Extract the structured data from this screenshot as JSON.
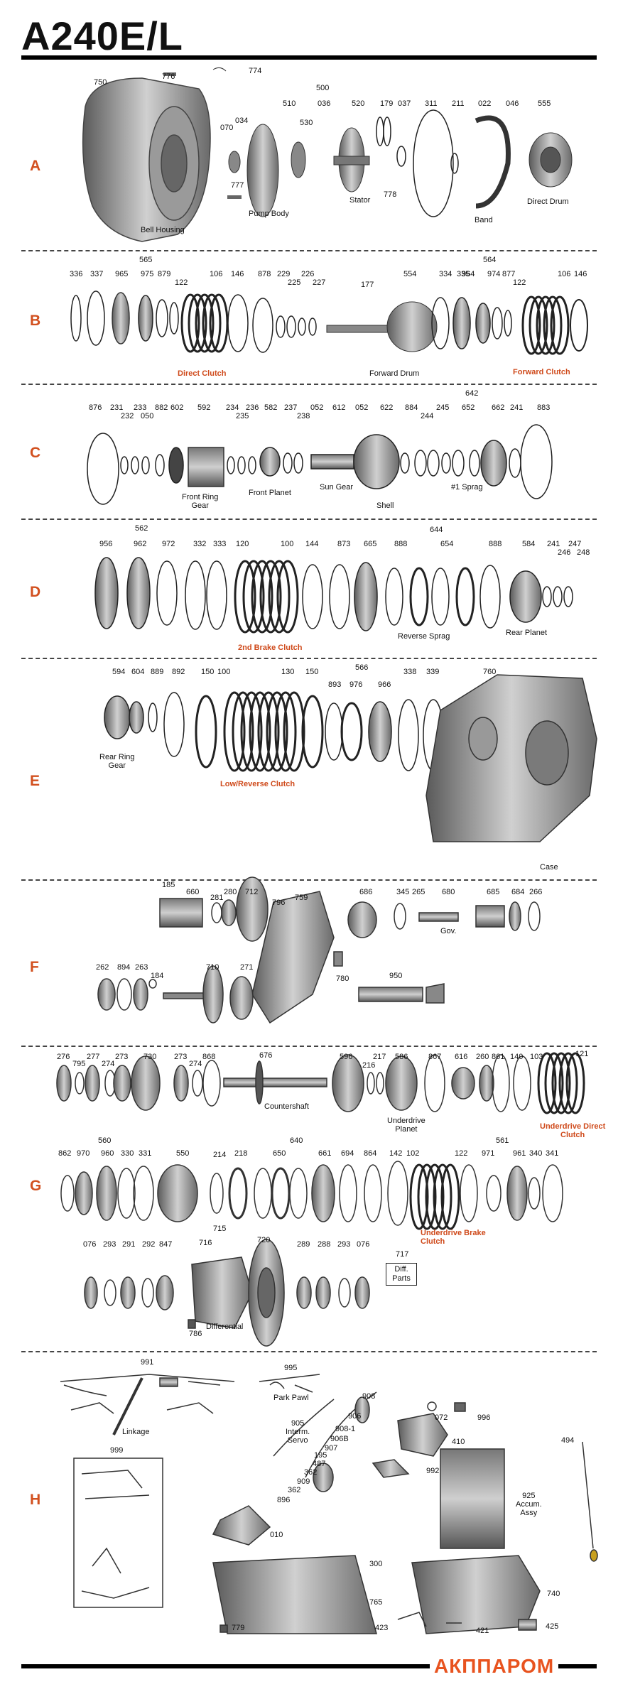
{
  "title": "A240E/L",
  "logo": "АКППАРОМ",
  "sections": [
    {
      "key": "A",
      "letter": "A"
    },
    {
      "key": "B",
      "letter": "B"
    },
    {
      "key": "C",
      "letter": "C"
    },
    {
      "key": "D",
      "letter": "D"
    },
    {
      "key": "E",
      "letter": "E"
    },
    {
      "key": "F",
      "letter": "F"
    },
    {
      "key": "G",
      "letter": "G"
    },
    {
      "key": "H",
      "letter": "H"
    }
  ],
  "labels": {
    "a_750": "750",
    "a_776": "776",
    "a_774": "774",
    "a_500": "500",
    "a_510": "510",
    "a_036": "036",
    "a_520": "520",
    "a_179": "179",
    "a_037": "037",
    "a_311": "311",
    "a_211": "211",
    "a_022": "022",
    "a_046": "046",
    "a_555": "555",
    "a_070": "070",
    "a_034": "034",
    "a_530": "530",
    "a_777": "777",
    "a_778": "778",
    "a_bell": "Bell Housing",
    "a_pump": "Pump Body",
    "a_stator": "Stator",
    "a_band": "Band",
    "a_ddrum": "Direct Drum",
    "b_565": "565",
    "b_336": "336",
    "b_337": "337",
    "b_965": "965",
    "b_975": "975",
    "b_879": "879",
    "b_122": "122",
    "b_106": "106",
    "b_146": "146",
    "b_878": "878",
    "b_229": "229",
    "b_225": "225",
    "b_226": "226",
    "b_227": "227",
    "b_177": "177",
    "b_554": "554",
    "b_334": "334",
    "b_335": "335",
    "b_564": "564",
    "b_964": "964",
    "b_974": "974",
    "b_877": "877",
    "b_122b": "122",
    "b_106b": "106",
    "b_146b": "146",
    "b_dclutch": "Direct Clutch",
    "b_fdrum": "Forward Drum",
    "b_fclutch": "Forward Clutch",
    "c_876": "876",
    "c_231": "231",
    "c_232": "232",
    "c_233": "233",
    "c_050": "050",
    "c_882": "882",
    "c_602": "602",
    "c_592": "592",
    "c_234": "234",
    "c_235": "235",
    "c_236": "236",
    "c_582": "582",
    "c_237": "237",
    "c_238": "238",
    "c_052": "052",
    "c_612": "612",
    "c_052b": "052",
    "c_622": "622",
    "c_884": "884",
    "c_244": "244",
    "c_245": "245",
    "c_642": "642",
    "c_652": "652",
    "c_662": "662",
    "c_241": "241",
    "c_883": "883",
    "c_frg": "Front Ring\nGear",
    "c_fp": "Front Planet",
    "c_sg": "Sun Gear",
    "c_shell": "Shell",
    "c_sprag": "#1 Sprag",
    "d_562": "562",
    "d_956": "956",
    "d_962": "962",
    "d_972": "972",
    "d_332": "332",
    "d_333": "333",
    "d_120": "120",
    "d_100": "100",
    "d_144": "144",
    "d_873": "873",
    "d_644": "644",
    "d_665": "665",
    "d_888": "888",
    "d_654": "654",
    "d_888b": "888",
    "d_584": "584",
    "d_241": "241",
    "d_247": "247",
    "d_246": "246",
    "d_248": "248",
    "d_2bc": "2nd Brake Clutch",
    "d_rs": "Reverse Sprag",
    "d_rp": "Rear Planet",
    "e_594": "594",
    "e_604": "604",
    "e_889": "889",
    "e_892": "892",
    "e_150": "150",
    "e_100": "100",
    "e_130": "130",
    "e_150b": "150",
    "e_566": "566",
    "e_893": "893",
    "e_976": "976",
    "e_966": "966",
    "e_338": "338",
    "e_339": "339",
    "e_760": "760",
    "e_rrg": "Rear Ring\nGear",
    "e_lrc": "Low/Reverse Clutch",
    "e_case": "Case",
    "f_185": "185",
    "f_660": "660",
    "f_281": "281",
    "f_280": "280",
    "f_712": "712",
    "f_796": "796",
    "f_759": "759",
    "f_686": "686",
    "f_345": "345",
    "f_265": "265",
    "f_680": "680",
    "f_685": "685",
    "f_684": "684",
    "f_266": "266",
    "f_gov": "Gov.",
    "f_262": "262",
    "f_894": "894",
    "f_263": "263",
    "f_184": "184",
    "f_710": "710",
    "f_271": "271",
    "f_780": "780",
    "f_950": "950",
    "g_276": "276",
    "g_795": "795",
    "g_277": "277",
    "g_274": "274",
    "g_273": "273",
    "g_730": "730",
    "g_273b": "273",
    "g_274b": "274",
    "g_868": "868",
    "g_676": "676",
    "g_596": "596",
    "g_216": "216",
    "g_217": "217",
    "g_586": "586",
    "g_867": "867",
    "g_616": "616",
    "g_260": "260",
    "g_861": "861",
    "g_140": "140",
    "g_103": "103",
    "g_121": "121",
    "g_cs": "Countershaft",
    "g_up": "Underdrive\nPlanet",
    "g_udc": "Underdrive Direct\nClutch",
    "g_560": "560",
    "g_862": "862",
    "g_970": "970",
    "g_960": "960",
    "g_330": "330",
    "g_331": "331",
    "g_550": "550",
    "g_214": "214",
    "g_640": "640",
    "g_218": "218",
    "g_650": "650",
    "g_661": "661",
    "g_694": "694",
    "g_864": "864",
    "g_142": "142",
    "g_102": "102",
    "g_122": "122",
    "g_561": "561",
    "g_971": "971",
    "g_961": "961",
    "g_340": "340",
    "g_341": "341",
    "g_ubc": "Underdrive Brake\nClutch",
    "g_715": "715",
    "g_076": "076",
    "g_293": "293",
    "g_291": "291",
    "g_292": "292",
    "g_847": "847",
    "g_716": "716",
    "g_720": "720",
    "g_289": "289",
    "g_288": "288",
    "g_293b": "293",
    "g_076b": "076",
    "g_717": "717",
    "g_diffparts": "Diff.\nParts",
    "g_786": "786",
    "g_diff": "Differential",
    "h_991": "991",
    "h_995": "995",
    "h_ppawl": "Park Pawl",
    "h_linkage": "Linkage",
    "h_908": "908",
    "h_072": "072",
    "h_996": "996",
    "h_906": "906",
    "h_905": "905\nInterm.\nServo",
    "h_9081": "908-1",
    "h_906b": "906B",
    "h_907": "907",
    "h_195": "195",
    "h_487": "487",
    "h_362": "362",
    "h_909": "909",
    "h_362b": "362",
    "h_896": "896",
    "h_410": "410",
    "h_992": "992",
    "h_494": "494",
    "h_999": "999",
    "h_925": "925\nAccum.\nAssy",
    "h_010": "010",
    "h_300": "300",
    "h_740": "740",
    "h_765": "765",
    "h_779": "779",
    "h_423": "423",
    "h_421": "421",
    "h_425": "425"
  },
  "colors": {
    "accent": "#cf4a1b",
    "metal": "#8a8a8a",
    "dark": "#333333"
  }
}
